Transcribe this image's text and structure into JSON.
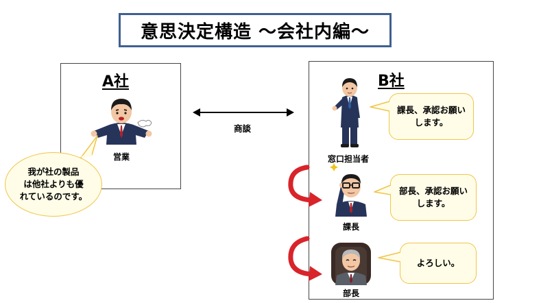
{
  "title": "意思決定構造 ～会社内編～",
  "company_a": {
    "name": "A社",
    "person": {
      "label": "営業",
      "icon": "salesman-icon"
    },
    "bubble": "我が社の製品\nは他社よりも優\nれているのです。"
  },
  "negotiation_label": "商談",
  "company_b": {
    "name": "B社",
    "people": [
      {
        "label": "窓口担当者",
        "icon": "clerk-icon",
        "bubble": "課長、承認お願い\nします。"
      },
      {
        "label": "課長",
        "icon": "section-chief-icon",
        "bubble": "部長、承認お願い\nします。"
      },
      {
        "label": "部長",
        "icon": "department-head-icon",
        "bubble": "よろしい。"
      }
    ]
  },
  "colors": {
    "title_border": "#3f5f91",
    "bubble_fill": "#fffde8",
    "bubble_border": "#f0c44a",
    "escalation_arrow": "#d8242a",
    "suit": "#27345a"
  }
}
